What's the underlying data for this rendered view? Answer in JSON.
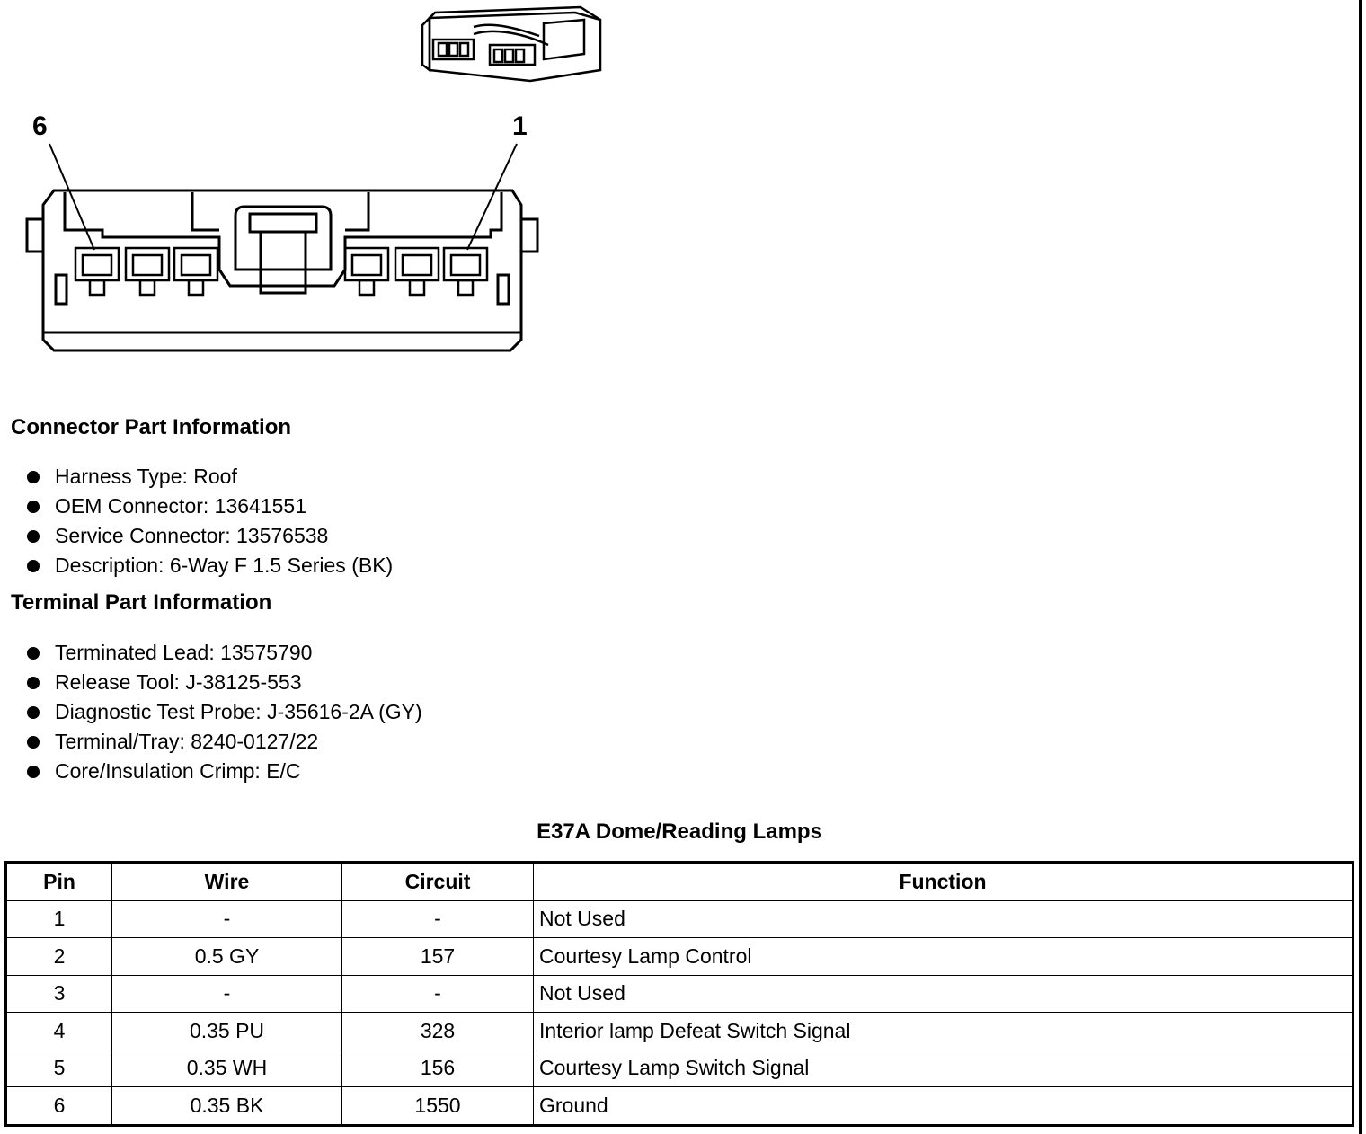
{
  "figure": {
    "pin_label_left": "6",
    "pin_label_right": "1"
  },
  "connector_info": {
    "title": "Connector Part Information",
    "items": [
      "Harness Type: Roof",
      "OEM Connector: 13641551",
      "Service Connector: 13576538",
      "Description: 6-Way F 1.5 Series (BK)"
    ]
  },
  "terminal_info": {
    "title": "Terminal Part Information",
    "items": [
      "Terminated Lead: 13575790",
      "Release Tool: J-38125-553",
      "Diagnostic Test Probe: J-35616-2A (GY)",
      "Terminal/Tray: 8240-0127/22",
      "Core/Insulation Crimp: E/C"
    ]
  },
  "table": {
    "title": "E37A Dome/Reading Lamps",
    "headers": [
      "Pin",
      "Wire",
      "Circuit",
      "Function"
    ],
    "rows": [
      [
        "1",
        "-",
        "-",
        "Not Used"
      ],
      [
        "2",
        "0.5 GY",
        "157",
        "Courtesy Lamp Control"
      ],
      [
        "3",
        "-",
        "-",
        "Not Used"
      ],
      [
        "4",
        "0.35 PU",
        "328",
        "Interior lamp Defeat Switch Signal"
      ],
      [
        "5",
        "0.35 WH",
        "156",
        "Courtesy Lamp Switch Signal"
      ],
      [
        "6",
        "0.35 BK",
        "1550",
        "Ground"
      ]
    ]
  }
}
